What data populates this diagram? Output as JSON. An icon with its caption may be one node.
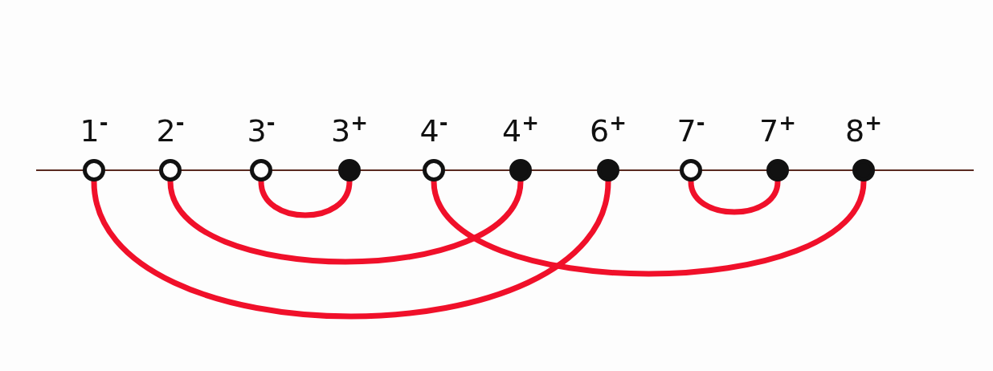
{
  "diagram": {
    "nodes": [
      {
        "text": [],
        "shape": "circle",
        "beside": [
          "1$^{-}$"
        ]
      },
      {
        "text": [],
        "shape": "circle",
        "beside": [
          "2$^{-}$"
        ]
      },
      {
        "text": [],
        "shape": "circle",
        "beside": [
          "3$^{-}$"
        ]
      },
      {
        "text": [],
        "shape": "dot",
        "beside": [
          "3$^{+}$"
        ]
      },
      {
        "text": [],
        "shape": "circle",
        "beside": [
          "4$^{-}$"
        ]
      },
      {
        "text": [],
        "shape": "dot",
        "beside": [
          "4$^{+}$"
        ]
      },
      {
        "text": [],
        "shape": "dot",
        "beside": [
          "6$^{+}$"
        ]
      },
      {
        "text": [],
        "shape": "circle",
        "beside": [
          "7$^{-}$"
        ]
      },
      {
        "text": [],
        "shape": "dot",
        "beside": [
          "7$^{+}$"
        ]
      },
      {
        "text": [],
        "shape": "dot",
        "beside": [
          "8$^{+}$"
        ]
      }
    ],
    "edges": [
      {
        "from": 0,
        "to": 6,
        "arrow": "none"
      },
      {
        "from": 1,
        "to": 5,
        "arrow": "none"
      },
      {
        "from": 2,
        "to": 3,
        "arrow": "none"
      },
      {
        "from": 4,
        "to": 9,
        "arrow": "none"
      },
      {
        "from": 7,
        "to": 8,
        "arrow": "none"
      }
    ]
  }
}
